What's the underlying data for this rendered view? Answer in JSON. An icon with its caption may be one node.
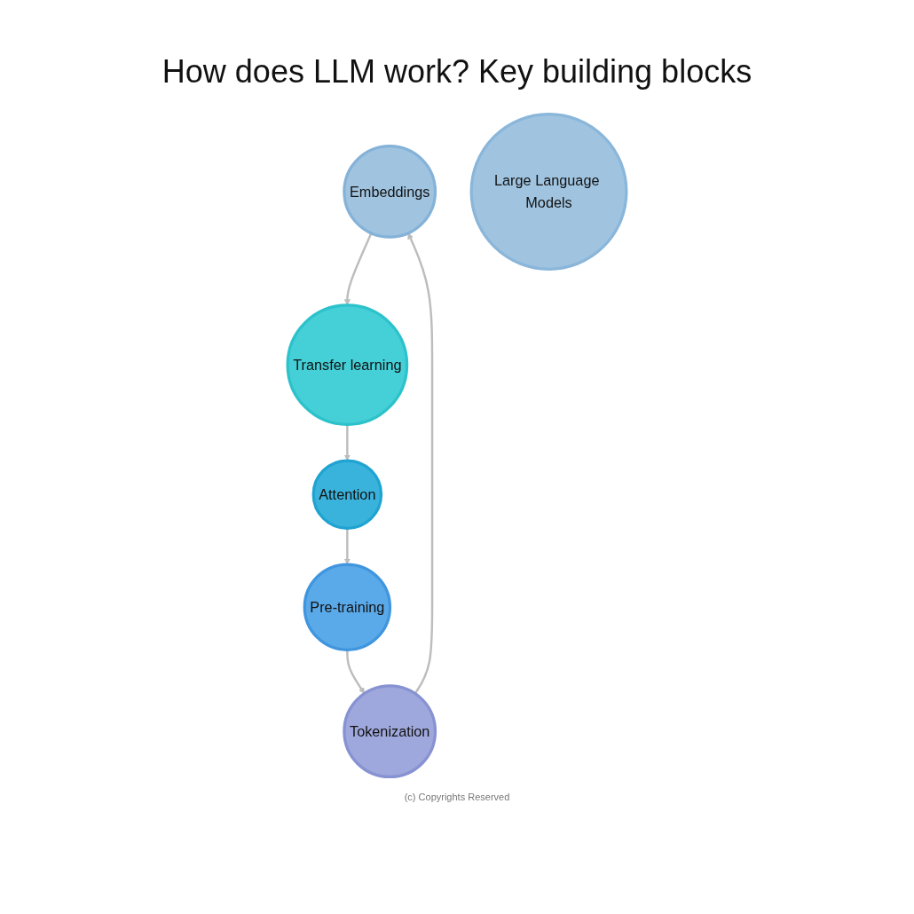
{
  "diagram": {
    "title": "How does LLM work? Key building blocks",
    "nodes": [
      {
        "text": [
          "Embeddings"
        ]
      },
      {
        "text": [
          "Tokenization"
        ]
      },
      {
        "text": [
          "Transfer learning"
        ]
      },
      {
        "text": [
          "Large Language Models"
        ]
      },
      {
        "text": [
          "Pre-training"
        ]
      },
      {
        "text": [
          "Attention"
        ]
      }
    ],
    "edges": [
      {
        "from": 0,
        "to": 2,
        "arrow": "to"
      },
      {
        "from": 2,
        "to": 5,
        "arrow": "to"
      },
      {
        "from": 5,
        "to": 4,
        "arrow": "to"
      },
      {
        "from": 4,
        "to": 1,
        "arrow": "to"
      },
      {
        "from": 1,
        "to": 0,
        "arrow": "to"
      }
    ],
    "labels": [
      "(c) Copyrights Reserved"
    ]
  }
}
